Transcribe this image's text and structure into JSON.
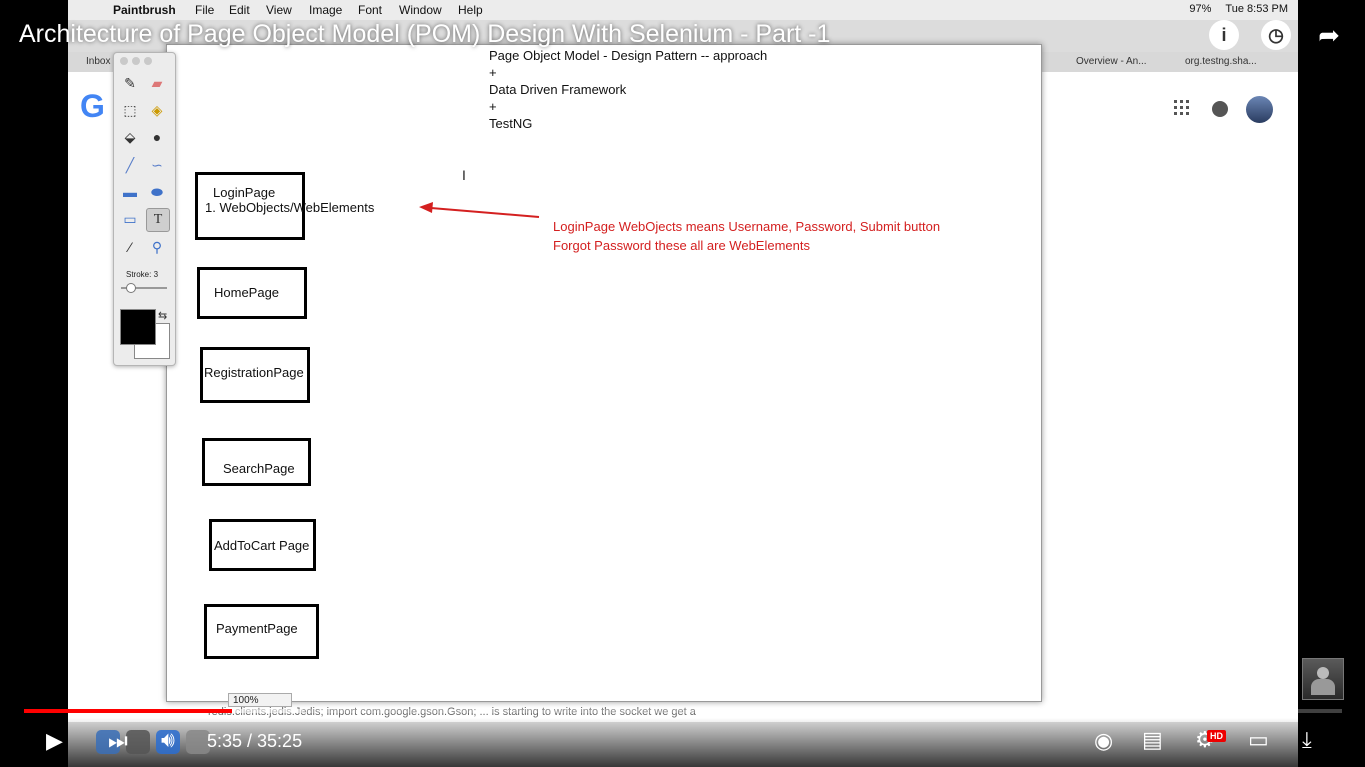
{
  "video": {
    "title": "Architecture of Page Object Model (POM) Design With Selenium - Part -1",
    "current_time": "5:35",
    "duration": "35:25",
    "time_display": "5:35 / 35:25",
    "progress_fraction": 0.158,
    "buffered_fraction": 0.212,
    "hd_badge": "HD"
  },
  "menubar": {
    "app_name": "Paintbrush",
    "menus": [
      "File",
      "Edit",
      "View",
      "Image",
      "Font",
      "Window",
      "Help"
    ],
    "battery": "97%",
    "clock": "Tue 8:53 PM"
  },
  "chrome": {
    "tabs": [
      "Inbox",
      "Overview - An...",
      "org.testng.sha..."
    ]
  },
  "canvas": {
    "heading_lines": "Page Object Model - Design Pattern -- approach\n+\nData Driven Framework\n+\nTestNG",
    "boxes": [
      {
        "line1": "LoginPage",
        "line2": "1. WebObjects/WebElements"
      },
      {
        "line1": "HomePage"
      },
      {
        "line1": "RegistrationPage"
      },
      {
        "line1": "SearchPage"
      },
      {
        "line1": "AddToCart Page"
      },
      {
        "line1": "PaymentPage"
      }
    ],
    "annotation": "LoginPage WebOjects means Username, Password, Submit button\nForgot Password these all are WebElements",
    "annotation_color": "#d42020",
    "zoom": "100%"
  },
  "palette": {
    "stroke_label": "Stroke: 3",
    "foreground_color": "#000000",
    "background_color": "#ffffff"
  },
  "status_text": "redis.clients.jedis.Jedis; import com.google.gson.Gson; ... is starting to write into the socket we get a"
}
